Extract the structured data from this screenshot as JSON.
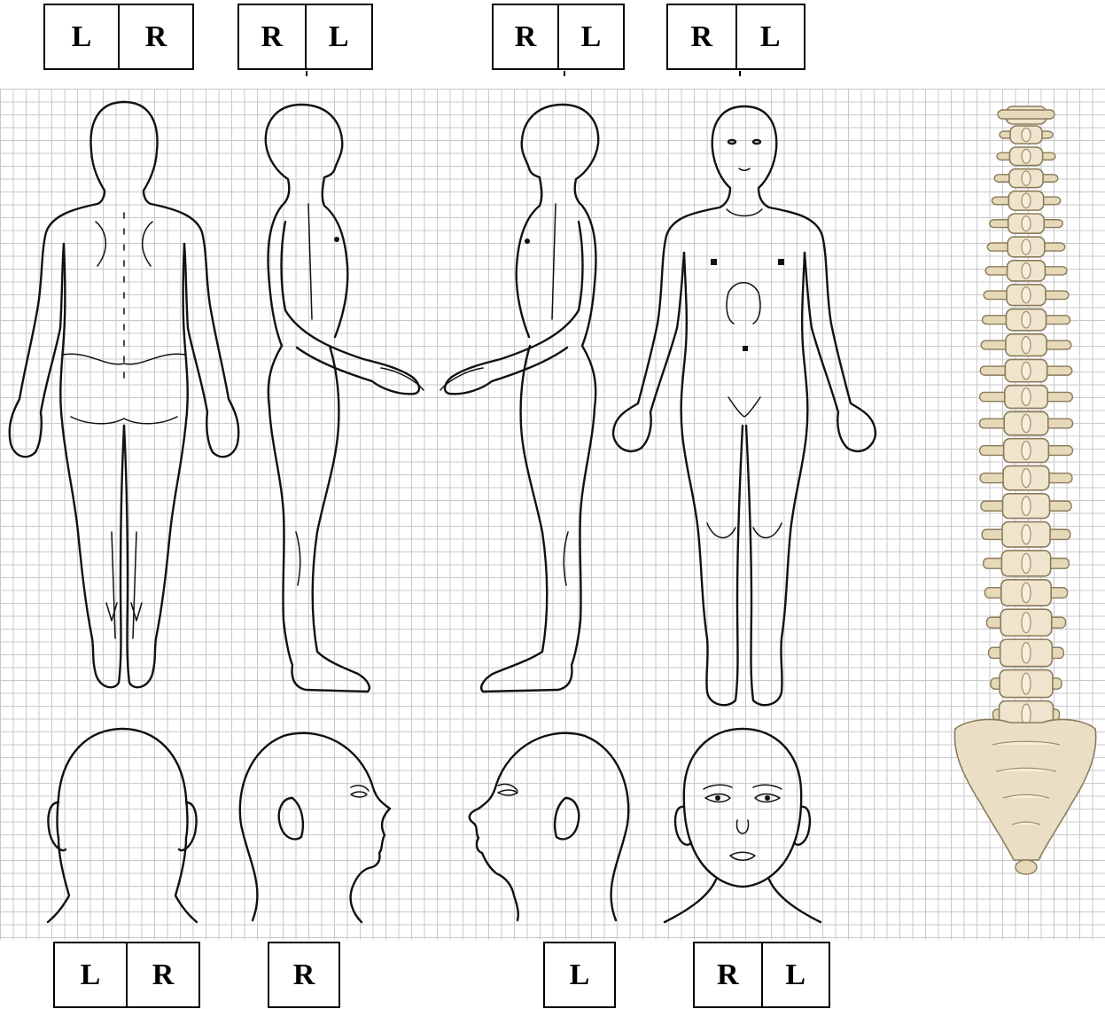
{
  "top_labels": [
    {
      "left": "L",
      "right": "R"
    },
    {
      "left": "R",
      "right": "L"
    },
    {
      "left": "R",
      "right": "L"
    },
    {
      "left": "R",
      "right": "L"
    }
  ],
  "bottom_labels": [
    {
      "left": "L",
      "right": "R"
    },
    {
      "single": "R"
    },
    {
      "single": "L"
    },
    {
      "left": "R",
      "right": "L"
    }
  ],
  "figures": [
    "body-back",
    "body-right-side",
    "body-left-side",
    "body-front",
    "spine"
  ],
  "heads": [
    "head-back",
    "head-right-side",
    "head-left-side",
    "head-front"
  ],
  "colors": {
    "grid": "#c9c9c9",
    "line": "#111111",
    "bone": "#efe5cc"
  }
}
